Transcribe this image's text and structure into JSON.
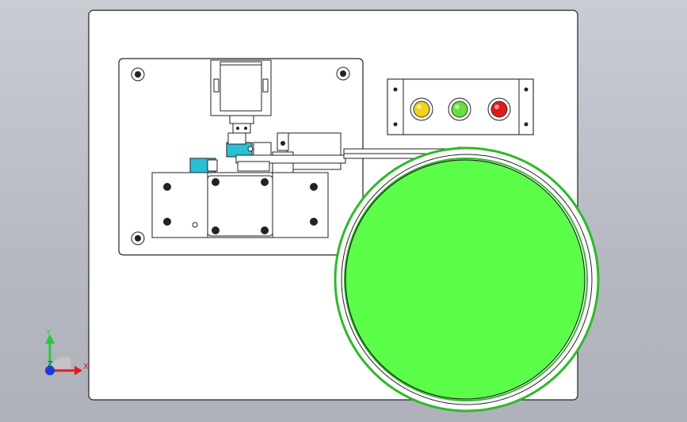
{
  "app": {
    "view": "cad-3d-viewport",
    "background_colors": [
      "#c9ccd3",
      "#aeb1ba"
    ]
  },
  "colors": {
    "body_green": "#5bff4a",
    "edge_green": "#2fb82a",
    "accent_cyan": "#29bfd6",
    "lamp_yellow": "#f2d21b",
    "lamp_green": "#66e03d",
    "lamp_red": "#e11a1a",
    "panel_white": "#ffffff",
    "line_dark": "#1c1c1c"
  },
  "control_panel": {
    "indicators": [
      {
        "name": "yellow-indicator",
        "color": "#f2d21b"
      },
      {
        "name": "green-indicator",
        "color": "#66e03d"
      },
      {
        "name": "red-indicator",
        "color": "#e11a1a"
      }
    ]
  },
  "triad": {
    "x_label": "X",
    "y_label": "Y",
    "z_label": "Z",
    "x_color": "#e21b1b",
    "y_color": "#29c93c",
    "z_color": "#1e3ad6"
  }
}
